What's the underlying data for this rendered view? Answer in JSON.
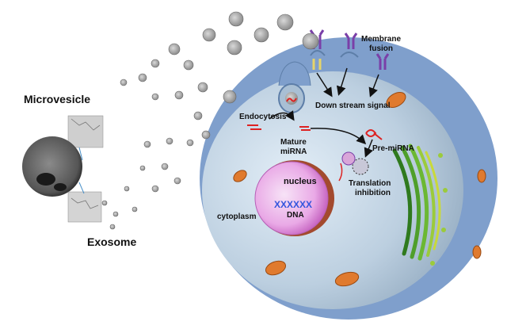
{
  "labels": {
    "microvesicle": "Microvesicle",
    "exosome": "Exosome",
    "membrane_fusion_line1": "Membrane",
    "membrane_fusion_line2": "fusion",
    "down_stream_signal": "Down stream signal",
    "endocytosis": "Endocytosis",
    "mature_mirna_line1": "Mature",
    "mature_mirna_line2": "miRNA",
    "pre_mirna": "Pre-miRNA",
    "translation_line1": "Translation",
    "translation_line2": "inhibition",
    "nucleus": "nucleus",
    "dna_glyph": "XXXXXX",
    "dna": "DNA",
    "cytoplasm": "cytoplasm"
  },
  "colors": {
    "cell_outer": "#7f9fcc",
    "cytoplasm_light": "#dbe9f4",
    "cytoplasm_dark": "#94adc4",
    "nucleus": "#cc66cc",
    "nucleus_inner": "#f3d2f3",
    "dna": "#3355dd",
    "mitochondria": "#e07a2e",
    "golgi": "#3f8f2a",
    "mirna": "#dd2222",
    "receptor": "#7a3fa8",
    "vesicle": "#9a9a9a"
  }
}
